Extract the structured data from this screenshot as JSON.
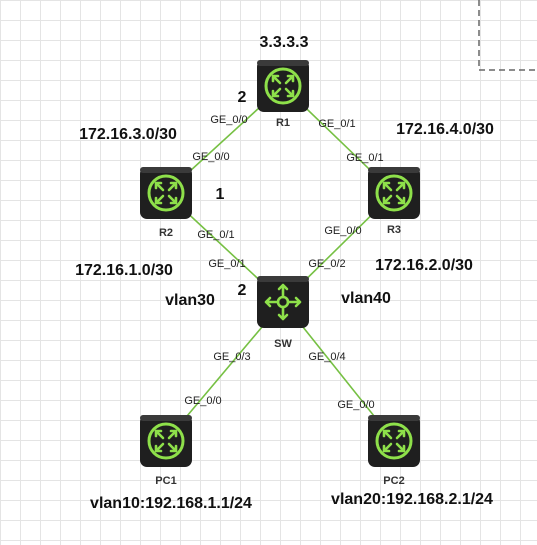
{
  "colors": {
    "link": "#76c043",
    "device_body": "#1f1f1f",
    "device_icon": "#8ee04a",
    "dashed_box": "#666666"
  },
  "devices": {
    "r1": {
      "name": "R1",
      "icon": "router-icon"
    },
    "r2": {
      "name": "R2",
      "icon": "router-icon"
    },
    "r3": {
      "name": "R3",
      "icon": "router-icon"
    },
    "sw": {
      "name": "SW",
      "icon": "l3-switch-icon"
    },
    "pc1": {
      "name": "PC1",
      "icon": "router-icon"
    },
    "pc2": {
      "name": "PC2",
      "icon": "router-icon"
    }
  },
  "ports": {
    "r1_ge00": "GE_0/0",
    "r1_ge01": "GE_0/1",
    "r2_ge00": "GE_0/0",
    "r2_ge01": "GE_0/1",
    "r3_ge01": "GE_0/1",
    "r3_ge00": "GE_0/0",
    "sw_ge01": "GE_0/1",
    "sw_ge02": "GE_0/2",
    "sw_ge03": "GE_0/3",
    "sw_ge04": "GE_0/4",
    "pc1_ge00": "GE_0/0",
    "pc2_ge00": "GE_0/0"
  },
  "labels": {
    "r1_loopback": "3.3.3.3",
    "net_r1_r2": "172.16.3.0/30",
    "net_r1_r3": "172.16.4.0/30",
    "net_r2_sw": "172.16.1.0/30",
    "net_r3_sw": "172.16.2.0/30",
    "vlan_r2": "vlan30",
    "vlan_r3": "vlan40",
    "pc1_net": "vlan10:192.168.1.1/24",
    "pc2_net": "vlan20:192.168.2.1/24",
    "num_r1": "2",
    "num_r2": "1",
    "num_sw": "2"
  }
}
